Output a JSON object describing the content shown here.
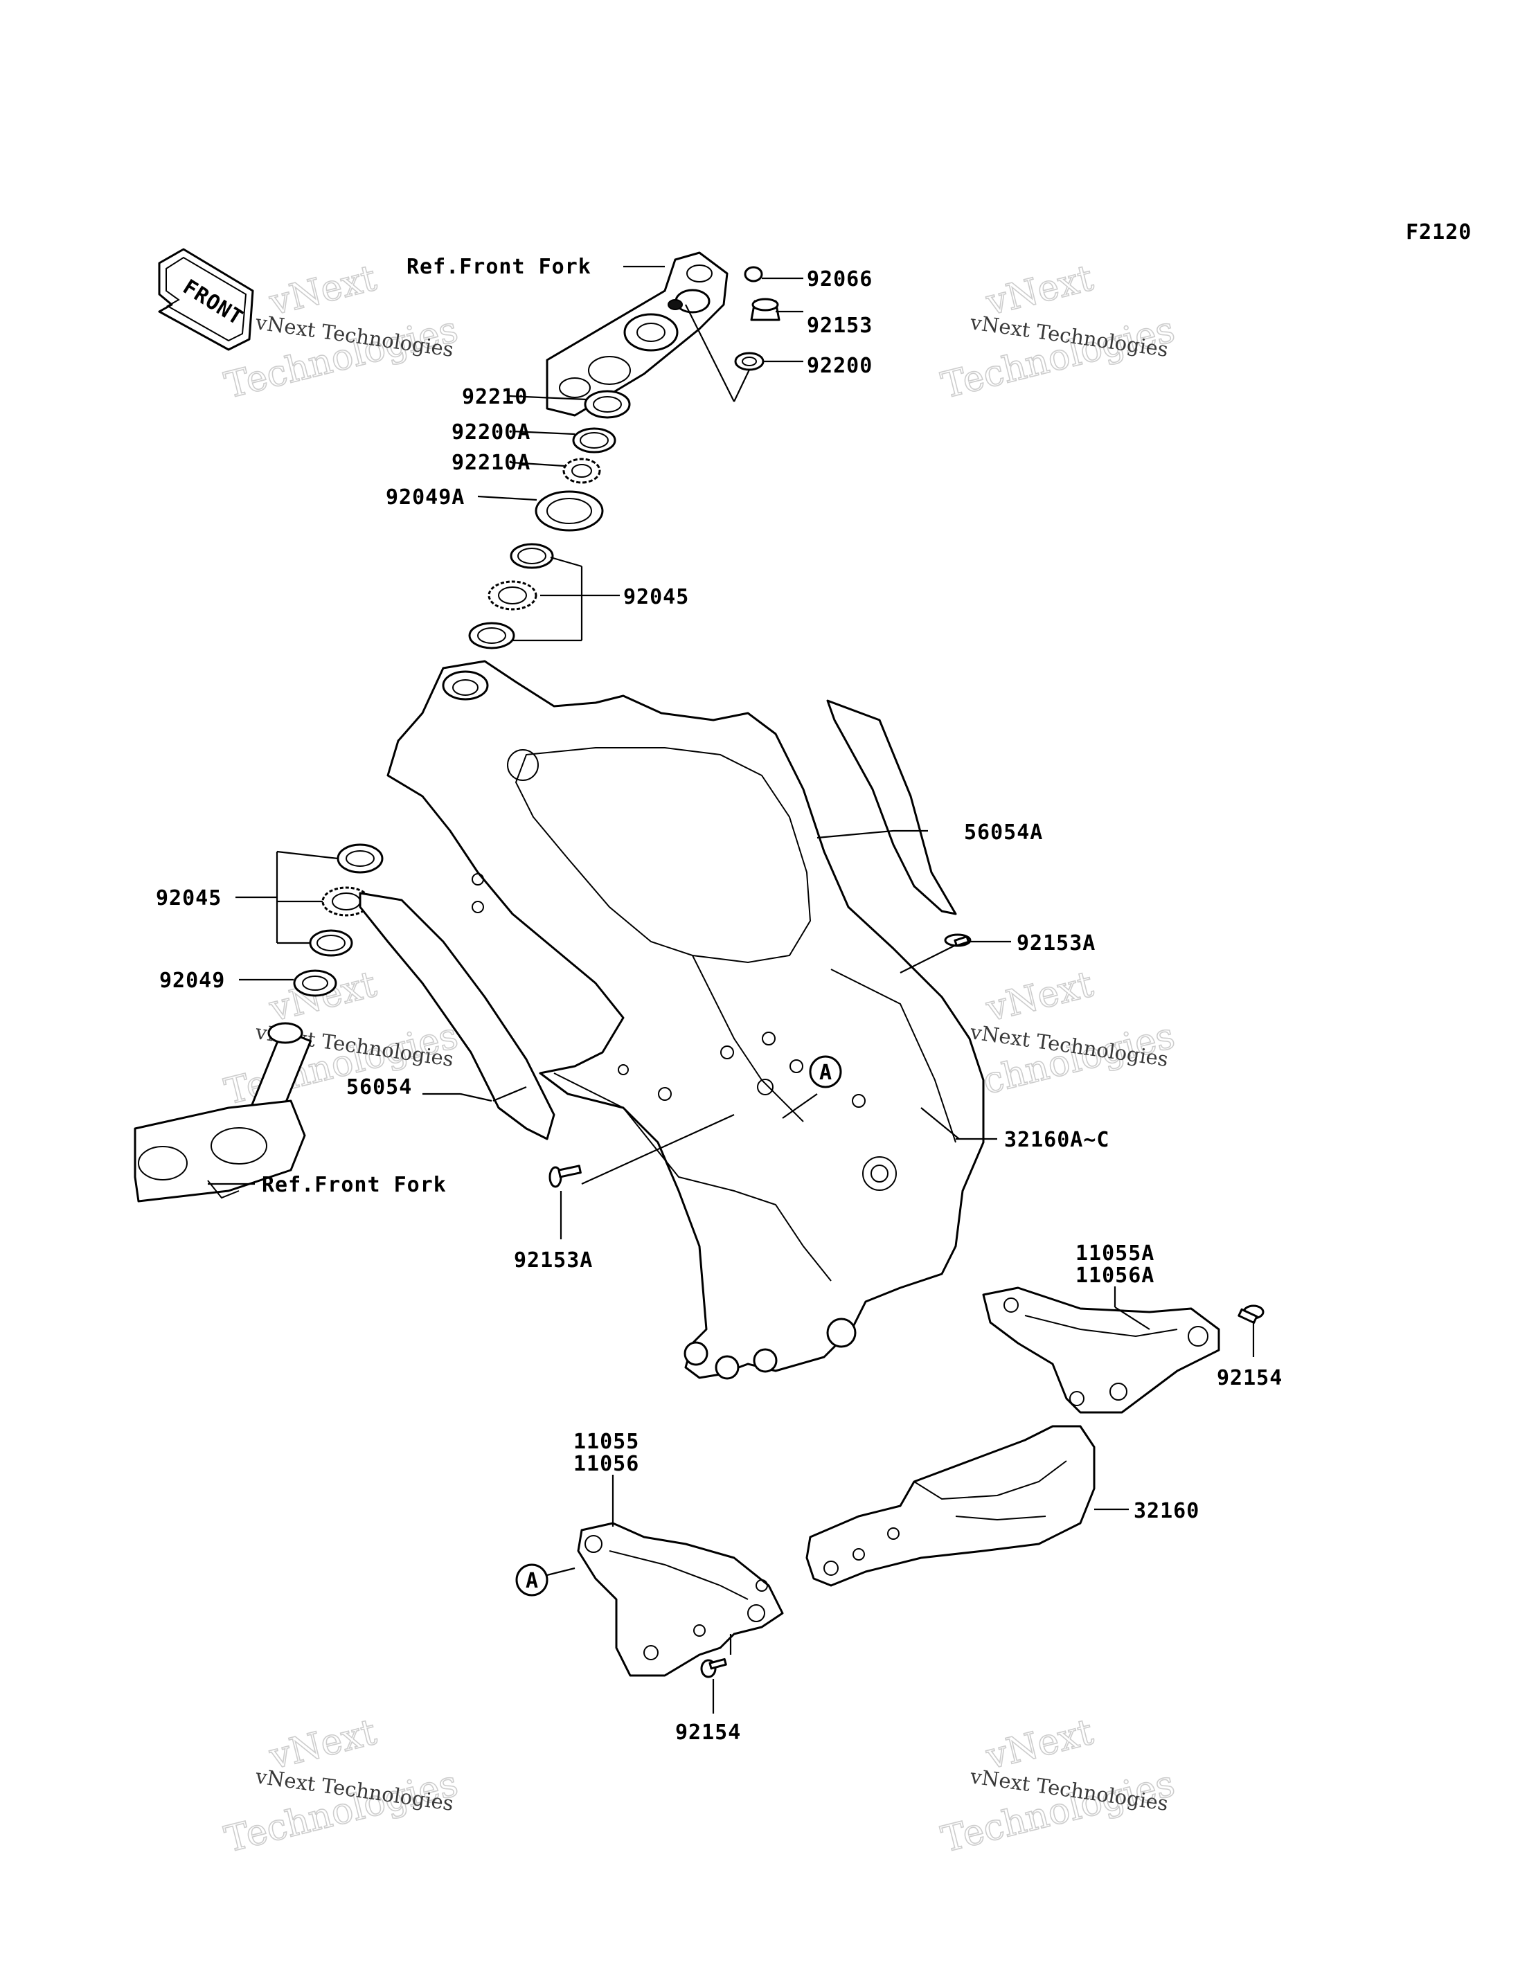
{
  "diagram_code": "F2120",
  "front_arrow_label": "FRONT",
  "watermark": {
    "line1": "vNext Technologies",
    "big1": "vNext",
    "big2": "Technologies"
  },
  "labels": {
    "ref_front_fork_top": "Ref.Front Fork",
    "p92066": "92066",
    "p92153": "92153",
    "p92200": "92200",
    "p92210": "92210",
    "p92200A": "92200A",
    "p92210A": "92210A",
    "p92049A": "92049A",
    "p92045_top": "92045",
    "p56054A": "56054A",
    "p92153A_right": "92153A",
    "p92045_left": "92045",
    "p92049": "92049",
    "p56054": "56054",
    "callout_A": "A",
    "callout_A2": "A",
    "p32160AC": "32160A~C",
    "ref_front_fork_bottom": "Ref.Front Fork",
    "p92153A_bottom": "92153A",
    "p11055A": "11055A",
    "p11056A": "11056A",
    "p92154_right": "92154",
    "p11055": "11055",
    "p11056": "11056",
    "p32160": "32160",
    "p92154_bottom": "92154"
  }
}
